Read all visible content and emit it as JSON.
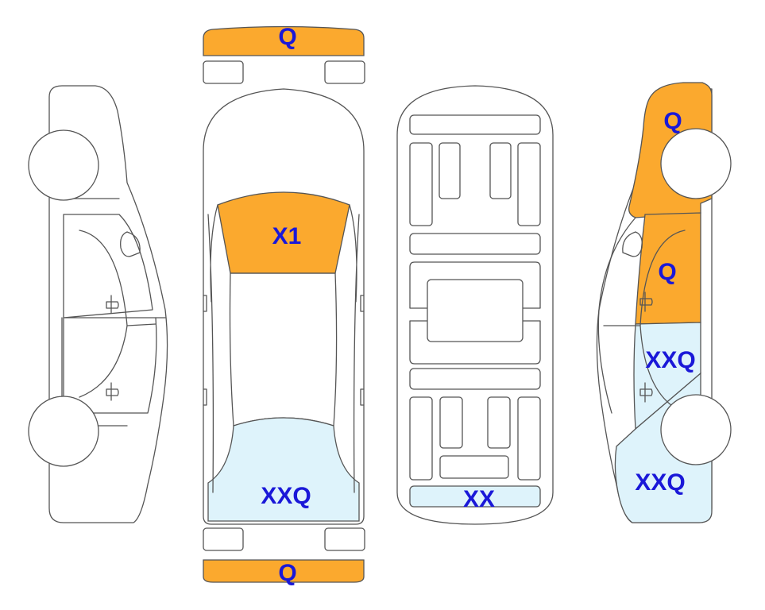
{
  "colors": {
    "damage_orange": "#fba92e",
    "damage_blue": "#def3fb",
    "label_blue": "#1a18d8",
    "outline": "#555555"
  },
  "labels": {
    "front_bumper_top": "Q",
    "hood_windshield": "X1",
    "rear_window": "XXQ",
    "rear_bumper_bottom": "Q",
    "underbody_rear": "XX",
    "right_front_fender": "Q",
    "right_front_door": "Q",
    "right_rear_door": "XXQ",
    "right_rear_quarter": "XXQ"
  }
}
